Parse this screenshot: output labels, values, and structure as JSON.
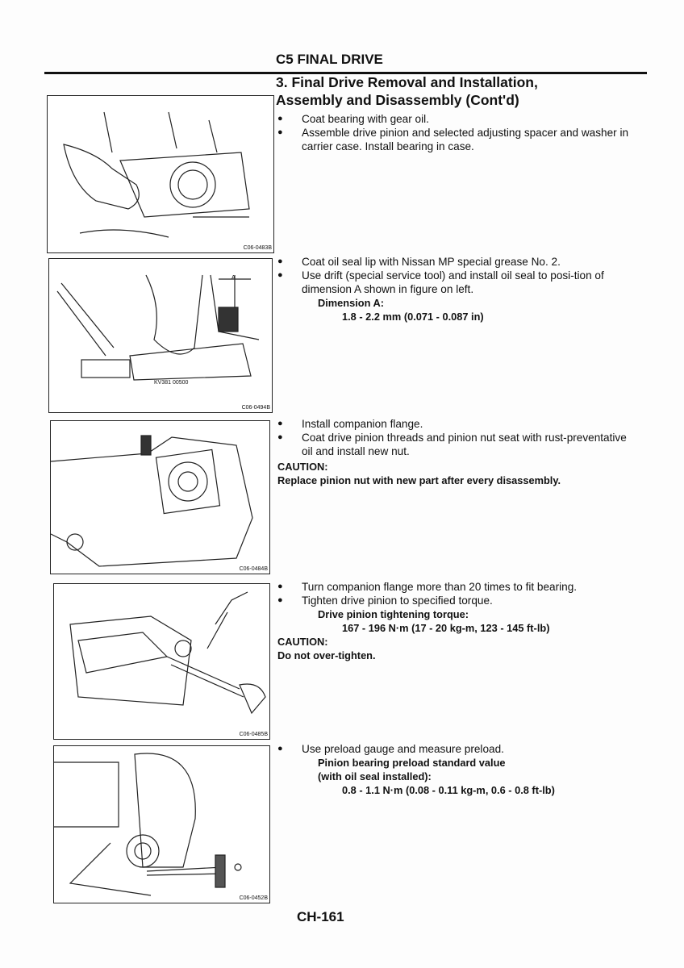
{
  "header": {
    "section": "C5 FINAL DRIVE",
    "title_line1": "3. Final Drive Removal and Installation,",
    "title_line2": "Assembly and Disassembly (Cont'd)"
  },
  "figures": [
    {
      "code": "C06-0483B"
    },
    {
      "code": "C06-0494B",
      "tool_label": "KV381 00500",
      "dim_label": "A"
    },
    {
      "code": "C06-0484B"
    },
    {
      "code": "C06-0485B"
    },
    {
      "code": "C06-0452B"
    }
  ],
  "steps": [
    {
      "bullets": [
        "Coat bearing with gear oil.",
        "Assemble drive pinion and selected adjusting spacer and washer in carrier case. Install bearing in case."
      ]
    },
    {
      "bullets": [
        "Coat oil seal lip with Nissan MP special grease No. 2.",
        "Use drift (special service tool) and install oil seal to posi-tion of dimension A shown in figure on left."
      ],
      "spec_label": "Dimension A:",
      "spec_value": "1.8 - 2.2 mm (0.071 - 0.087 in)"
    },
    {
      "bullets": [
        "Install companion flange.",
        "Coat drive pinion threads and pinion nut seat with rust-preventative oil and install new nut."
      ],
      "caution_label": "CAUTION:",
      "caution_text": "Replace pinion nut with new part after every disassembly."
    },
    {
      "bullets": [
        "Turn companion flange more than 20 times to fit bearing.",
        "Tighten drive pinion to specified torque."
      ],
      "spec_label": "Drive pinion tightening torque:",
      "spec_value": "167 - 196 N·m (17 - 20 kg-m, 123 - 145 ft-lb)",
      "caution_label": "CAUTION:",
      "caution_text": "Do not over-tighten."
    },
    {
      "bullets": [
        "Use preload gauge and measure preload."
      ],
      "spec_label": "Pinion bearing preload standard value",
      "spec_label2": "(with oil seal installed):",
      "spec_value": "0.8 - 1.1 N·m (0.08 - 0.11 kg-m, 0.6 - 0.8 ft-lb)"
    }
  ],
  "footer": {
    "page_number": "CH-161"
  }
}
